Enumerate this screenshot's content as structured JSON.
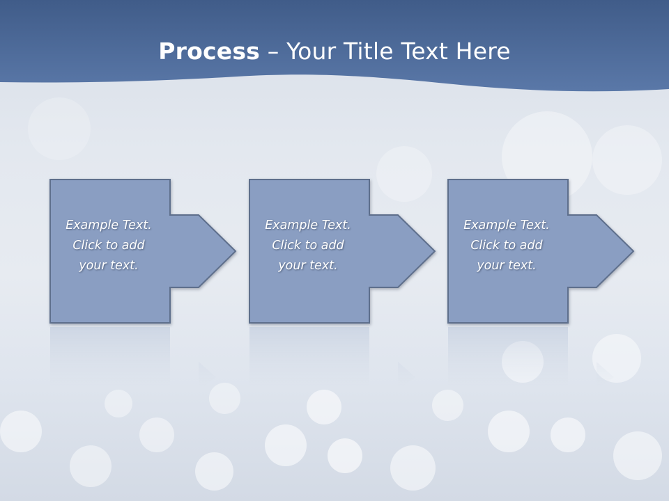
{
  "slide": {
    "title_bold": "Process",
    "title_rest": " – Your Title Text Here"
  },
  "steps": [
    {
      "lines": [
        "Example Text.",
        "Click  to add",
        "your text."
      ]
    },
    {
      "lines": [
        "Example Text.",
        "Click  to add",
        "your text."
      ]
    },
    {
      "lines": [
        "Example Text.",
        "Click  to add",
        "your text."
      ]
    }
  ],
  "colors": {
    "banner": "#4f6d9e",
    "box_fill": "#8a9ec2",
    "box_stroke": "#5e6f8c",
    "title_text": "#ffffff"
  }
}
